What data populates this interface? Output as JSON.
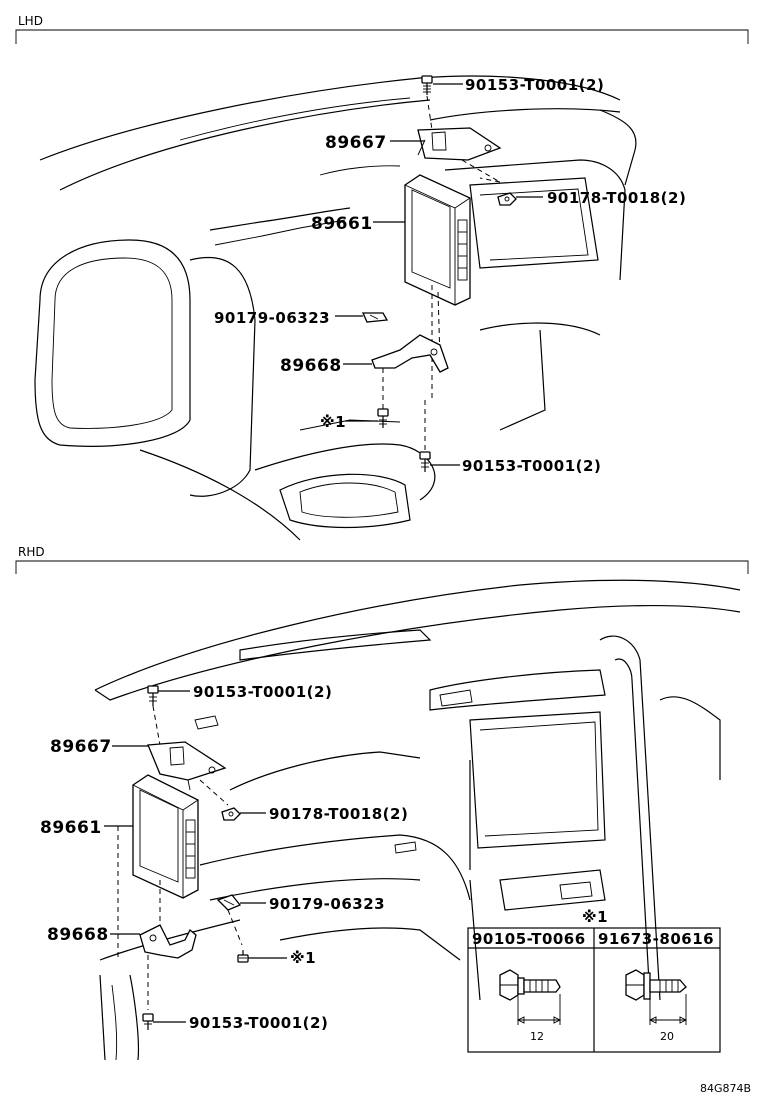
{
  "sections": {
    "lhd": {
      "heading": "LHD",
      "labels": {
        "bolt_top": "90153-T0001(2)",
        "bracket_upper": "89667",
        "nut": "90178-T0018(2)",
        "computer": "89661",
        "clip": "90179-06323",
        "bracket_lower": "89668",
        "ref1": "※1",
        "bolt_bottom": "90153-T0001(2)"
      }
    },
    "rhd": {
      "heading": "RHD",
      "labels": {
        "bolt_top": "90153-T0001(2)",
        "bracket_upper": "89667",
        "nut": "90178-T0018(2)",
        "computer": "89661",
        "clip": "90179-06323",
        "bracket_lower": "89668",
        "ref1": "※1",
        "bolt_bottom": "90153-T0001(2)"
      }
    }
  },
  "legend": {
    "mark": "※1",
    "columns": [
      {
        "part": "90105-T0066",
        "dimension": "12"
      },
      {
        "part": "91673-80616",
        "dimension": "20"
      }
    ]
  },
  "footer": {
    "code": "84G874B"
  },
  "icons": [
    "bolt-icon",
    "nut-icon",
    "clip-icon",
    "control-module-icon",
    "bracket-icon"
  ]
}
